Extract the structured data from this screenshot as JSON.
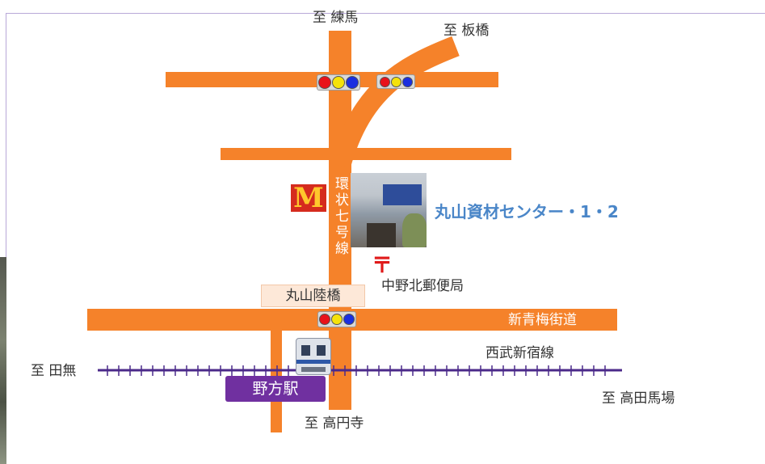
{
  "directions": {
    "north": "至 練馬",
    "northeast": "至 板橋",
    "west": "至 田無",
    "south": "至 高円寺",
    "east": "至 高田馬場"
  },
  "route_label": "環状七号線",
  "landmarks": {
    "restaurant_logo_text": "M",
    "center_name": "丸山資材センター・1・2",
    "post_office_mark": "〒",
    "post_office_name": "中野北郵便局",
    "bridge_name": "丸山陸橋"
  },
  "street_name": "新青梅街道",
  "railway_name": "西武新宿線",
  "station_name": "野方駅",
  "icons": {
    "traffic_signal": "traffic-signal-icon",
    "restaurant": "mcdonalds-logo",
    "post_office": "post-office-icon",
    "train": "train-icon"
  },
  "colors": {
    "road": "#f5822a",
    "railway": "#4b2a8a",
    "station_badge": "#7030a0",
    "center_name": "#4a86c8",
    "post_office": "#e01a1a",
    "signal_red": "#e8121a",
    "signal_yellow": "#f5e20a",
    "signal_blue": "#1a2fe0"
  }
}
